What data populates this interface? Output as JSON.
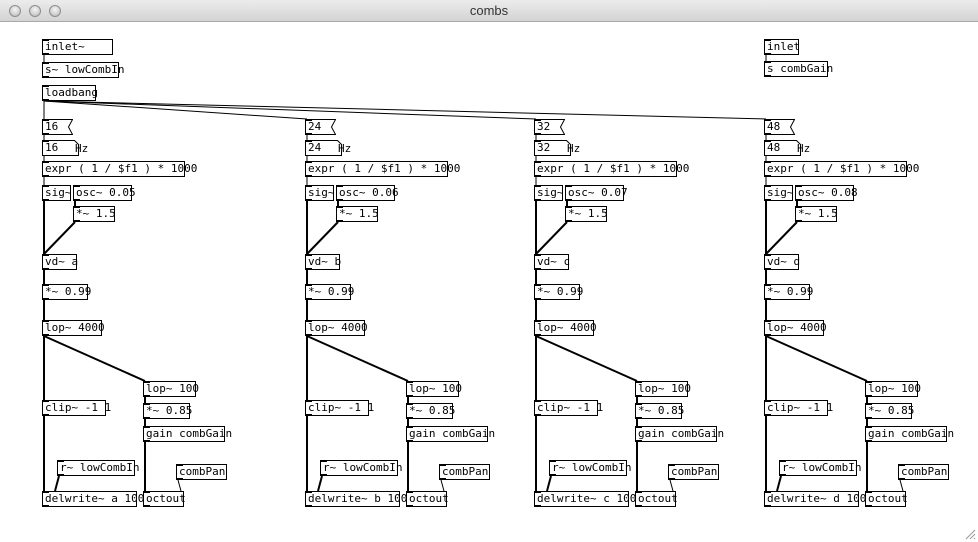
{
  "window": {
    "title": "combs"
  },
  "header": {
    "inlet_tilde": "inlet~",
    "send_low": "s~ lowCombIn",
    "loadbang": "loadbang",
    "inlet": "inlet",
    "send_gain": "s combGain"
  },
  "columns": [
    {
      "msg": "16",
      "num": "16",
      "hz": "Hz",
      "expr": "expr ( 1 / $f1 ) * 1000",
      "sig": "sig~",
      "osc": "osc~ 0.05",
      "mul": "*~ 1.5",
      "vd": "vd~ a",
      "fb": "*~ 0.99",
      "lop": "lop~ 4000",
      "lop100": "lop~ 100",
      "clip": "clip~ -1 1",
      "mul085": "*~ 0.85",
      "gain": "gain combGain",
      "recv": "r~ lowCombIn",
      "pan": "combPan",
      "delwrite": "delwrite~ a 100",
      "out": "octout"
    },
    {
      "msg": "24",
      "num": "24",
      "hz": "Hz",
      "expr": "expr ( 1 / $f1 ) * 1000",
      "sig": "sig~",
      "osc": "osc~ 0.06",
      "mul": "*~ 1.5",
      "vd": "vd~ b",
      "fb": "*~ 0.99",
      "lop": "lop~ 4000",
      "lop100": "lop~ 100",
      "clip": "clip~ -1 1",
      "mul085": "*~ 0.85",
      "gain": "gain combGain",
      "recv": "r~ lowCombIn",
      "pan": "combPan",
      "delwrite": "delwrite~ b 100",
      "out": "octout"
    },
    {
      "msg": "32",
      "num": "32",
      "hz": "Hz",
      "expr": "expr ( 1 / $f1 ) * 1000",
      "sig": "sig~",
      "osc": "osc~ 0.07",
      "mul": "*~ 1.5",
      "vd": "vd~ c",
      "fb": "*~ 0.99",
      "lop": "lop~ 4000",
      "lop100": "lop~ 100",
      "clip": "clip~ -1 1",
      "mul085": "*~ 0.85",
      "gain": "gain combGain",
      "recv": "r~ lowCombIn",
      "pan": "combPan",
      "delwrite": "delwrite~ c 100",
      "out": "octout"
    },
    {
      "msg": "48",
      "num": "48",
      "hz": "Hz",
      "expr": "expr ( 1 / $f1 ) * 1000",
      "sig": "sig~",
      "osc": "osc~ 0.08",
      "mul": "*~ 1.5",
      "vd": "vd~ d",
      "fb": "*~ 0.99",
      "lop": "lop~ 4000",
      "lop100": "lop~ 100",
      "clip": "clip~ -1 1",
      "mul085": "*~ 0.85",
      "gain": "gain combGain",
      "recv": "r~ lowCombIn",
      "pan": "combPan",
      "delwrite": "delwrite~ d 100",
      "out": "octout"
    }
  ]
}
